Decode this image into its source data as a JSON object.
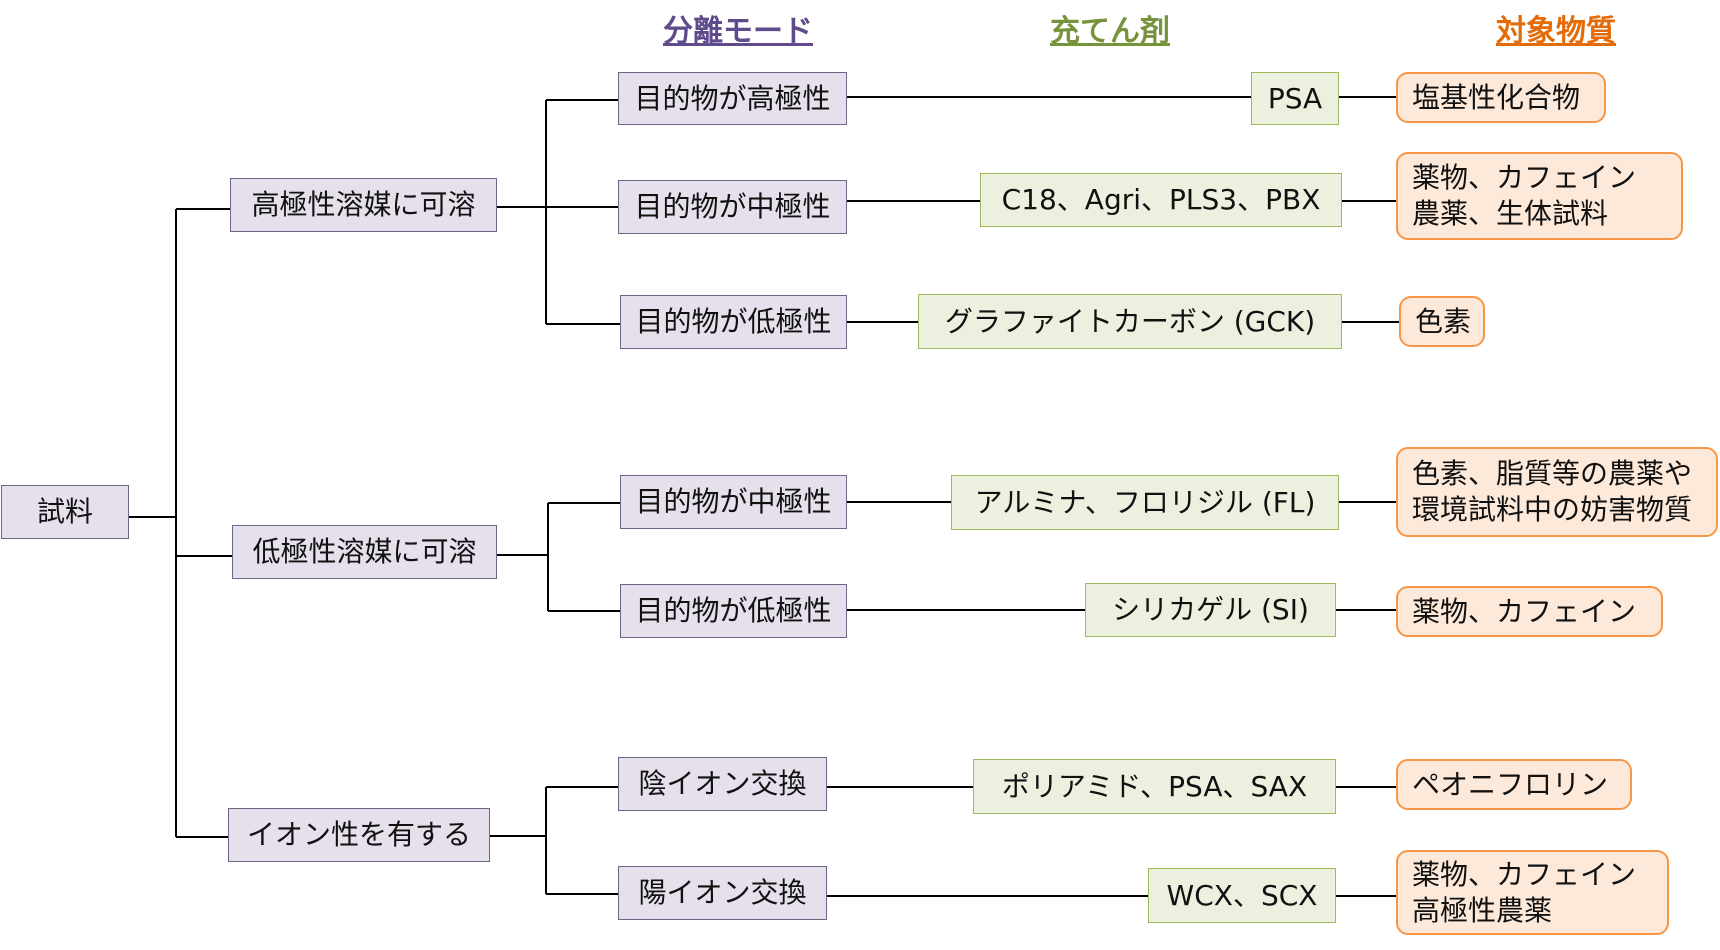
{
  "headers": {
    "mode": "分離モード",
    "packing": "充てん剤",
    "target": "対象物質"
  },
  "root": "試料",
  "groups": [
    {
      "label": "高極性溶媒に可溶",
      "branches": [
        {
          "mode": "目的物が高極性",
          "packing": "PSA",
          "target": [
            "塩基性化合物"
          ]
        },
        {
          "mode": "目的物が中極性",
          "packing": "C18、Agri、PLS3、PBX",
          "target": [
            "薬物、カフェイン",
            "農薬、生体試料"
          ]
        },
        {
          "mode": "目的物が低極性",
          "packing": "グラファイトカーボン (GCK)",
          "target": [
            "色素"
          ]
        }
      ]
    },
    {
      "label": "低極性溶媒に可溶",
      "branches": [
        {
          "mode": "目的物が中極性",
          "packing": "アルミナ、フロリジル (FL)",
          "target": [
            "色素、脂質等の農薬や",
            "環境試料中の妨害物質"
          ]
        },
        {
          "mode": "目的物が低極性",
          "packing": "シリカゲル (SI)",
          "target": [
            "薬物、カフェイン"
          ]
        }
      ]
    },
    {
      "label": "イオン性を有する",
      "branches": [
        {
          "mode": "陰イオン交換",
          "packing": "ポリアミド、PSA、SAX",
          "target": [
            "ペオニフロリン"
          ]
        },
        {
          "mode": "陽イオン交換",
          "packing": "WCX、SCX",
          "target": [
            "薬物、カフェイン",
            "高極性農薬"
          ]
        }
      ]
    }
  ],
  "colors": {
    "mode_fill": "#e5e0ec",
    "packing_fill": "#ebf1de",
    "target_fill": "#fde9d9",
    "target_border": "#f79646"
  }
}
